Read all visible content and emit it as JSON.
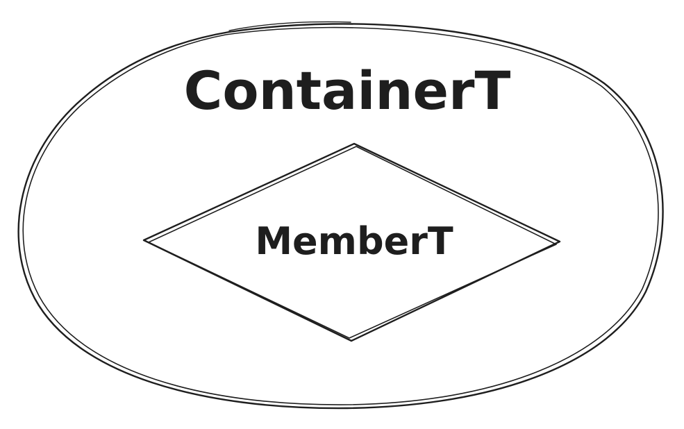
{
  "diagram": {
    "container": {
      "label": "ContainerT",
      "shape": "ellipse"
    },
    "member": {
      "label": "MemberT",
      "shape": "diamond"
    },
    "colors": {
      "stroke": "#1e1e1e",
      "background": "#ffffff"
    }
  }
}
